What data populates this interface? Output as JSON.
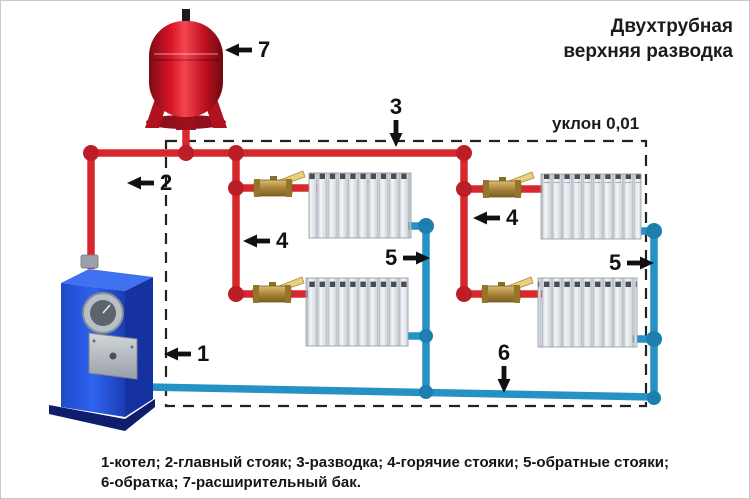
{
  "title": {
    "line1": "Двухтрубная",
    "line2": "верхняя разводка"
  },
  "annotations": {
    "slope": "уклон 0,01",
    "legend_line1": "1-котел; 2-главный стояк; 3-разводка; 4-горячие стояки; 5-обратные стояки;",
    "legend_line2": "6-обратка; 7-расширительный бак."
  },
  "callouts": {
    "boiler": "1",
    "main_riser": "2",
    "distribution": "3",
    "hot_riser_left": "4",
    "hot_riser_right": "4",
    "return_riser_left": "5",
    "return_riser_right": "5",
    "return_line": "6",
    "expansion_tank": "7"
  },
  "colors": {
    "supply_pipe": "#d7282d",
    "supply_joint": "#bb1e26",
    "return_pipe": "#2492c4",
    "return_joint": "#1c7fae",
    "boiler_blue": "#2253d4",
    "tank_red": "#d91628",
    "valve_brass": "#b08d3e",
    "dash_line": "#222222"
  }
}
